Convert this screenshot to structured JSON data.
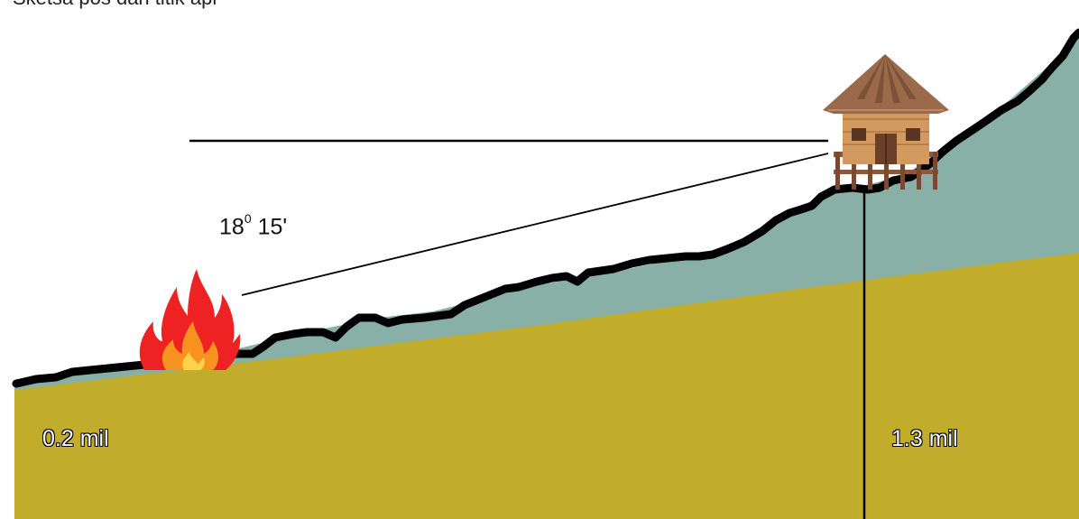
{
  "title": "Sketsa pos dan titik api",
  "angle": {
    "degrees": "18",
    "degree_mark": "0",
    "minutes": "15'"
  },
  "distances": {
    "left": "0.2 mil",
    "right": "1.3 mil"
  },
  "icons": {
    "fire": "fire-icon",
    "post": "hut-icon"
  },
  "colors": {
    "ground": "#c1ac2c",
    "slope": "#88b0a6",
    "ridge": "#000000",
    "fire_outer": "#ee2222",
    "fire_inner": "#f7931e",
    "hut_wall": "#c98a55",
    "hut_roof": "#9a6a4b"
  }
}
